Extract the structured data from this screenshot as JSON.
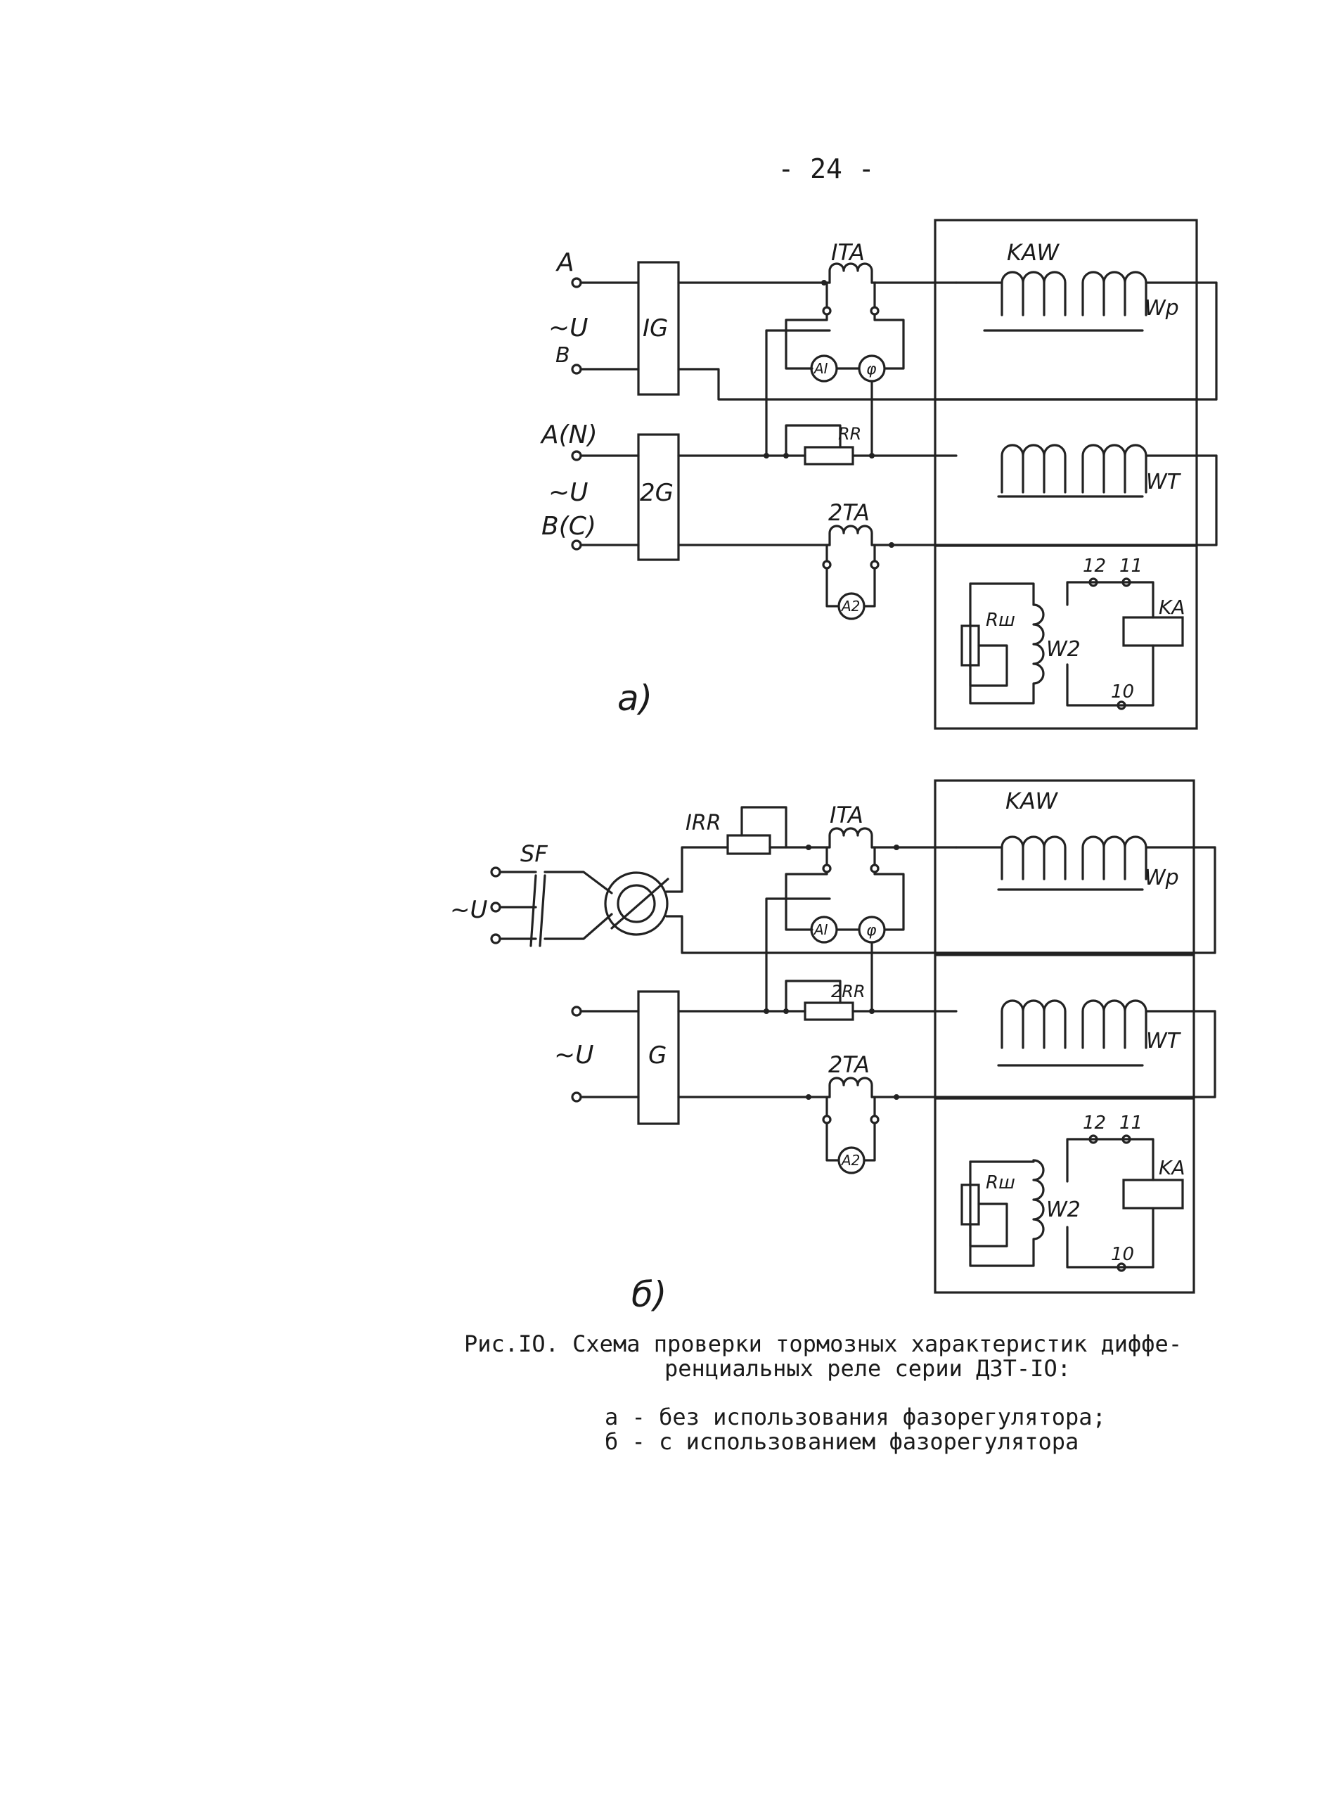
{
  "page_number": "- 24 -",
  "diagram_a": {
    "inputs": [
      "A",
      "~U",
      "B",
      "A(N)",
      "~U",
      "B(C)"
    ],
    "generators": [
      "IG",
      "2G"
    ],
    "transformers": [
      "ITA",
      "2TA"
    ],
    "meters": [
      "AI",
      "φ",
      "A2"
    ],
    "rheostat": "RR",
    "relay_title": "KAW",
    "windings": [
      "Wp",
      "WT",
      "W2"
    ],
    "shunt": "Rш",
    "terminals": [
      "12",
      "11",
      "10"
    ],
    "relay": "KA",
    "label": "a)"
  },
  "diagram_b": {
    "breaker": "SF",
    "supply": "~U",
    "rheostats": [
      "IRR",
      "2RR"
    ],
    "transformers": [
      "ITA",
      "2TA"
    ],
    "meters": [
      "AI",
      "φ",
      "A2"
    ],
    "generator": "G",
    "supply2": "~U",
    "relay_title": "KAW",
    "windings": [
      "Wp",
      "WT",
      "W2"
    ],
    "shunt": "Rш",
    "terminals": [
      "12",
      "11",
      "10"
    ],
    "relay": "KA",
    "label": "б)"
  },
  "caption": {
    "line1": "Рис.IO. Схема проверки тормозных характеристик диффе-",
    "line2": "ренциальных реле серии ДЗТ-IO:",
    "item_a": "а - без использования фазорегулятора;",
    "item_b": "б - с использованием фазорегулятора"
  }
}
